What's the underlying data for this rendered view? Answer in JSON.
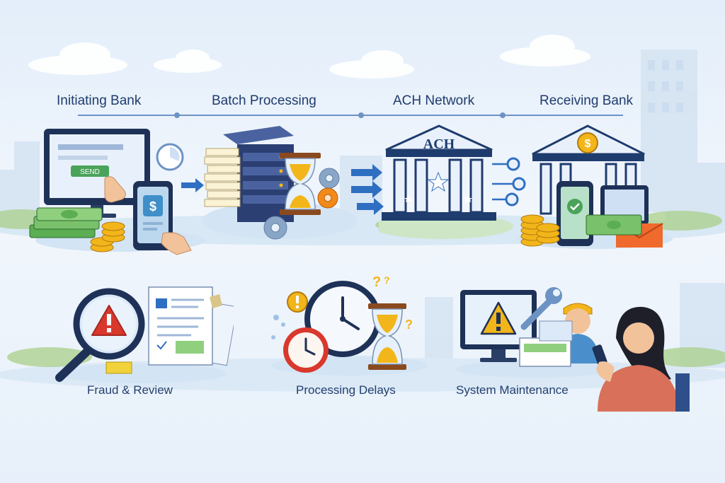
{
  "stages": [
    {
      "id": "initiating",
      "label": "Initiating Bank",
      "icon": "computer-phone-money-icon"
    },
    {
      "id": "batch",
      "label": "Batch Processing",
      "icon": "server-hourglass-icon"
    },
    {
      "id": "ach",
      "label": "ACH Network",
      "icon": "ach-bank-building-icon"
    },
    {
      "id": "receiving",
      "label": "Receiving Bank",
      "icon": "receiving-bank-icon"
    }
  ],
  "screen_button_text": "SEND",
  "ach_sign_text": "ACH",
  "issues": [
    {
      "id": "fraud",
      "label": "Fraud & Review",
      "icon": "magnifier-warning-icon"
    },
    {
      "id": "delays",
      "label": "Processing Delays",
      "icon": "clock-hourglass-icon"
    },
    {
      "id": "maintenance",
      "label": "System Maintenance",
      "icon": "maintenance-warning-icon"
    }
  ],
  "colors": {
    "label": "#1f3c6e",
    "accent_blue": "#2f6fc1",
    "warning_red": "#d9382c",
    "warning_yellow": "#f2b51a",
    "money_green": "#5bae52"
  }
}
